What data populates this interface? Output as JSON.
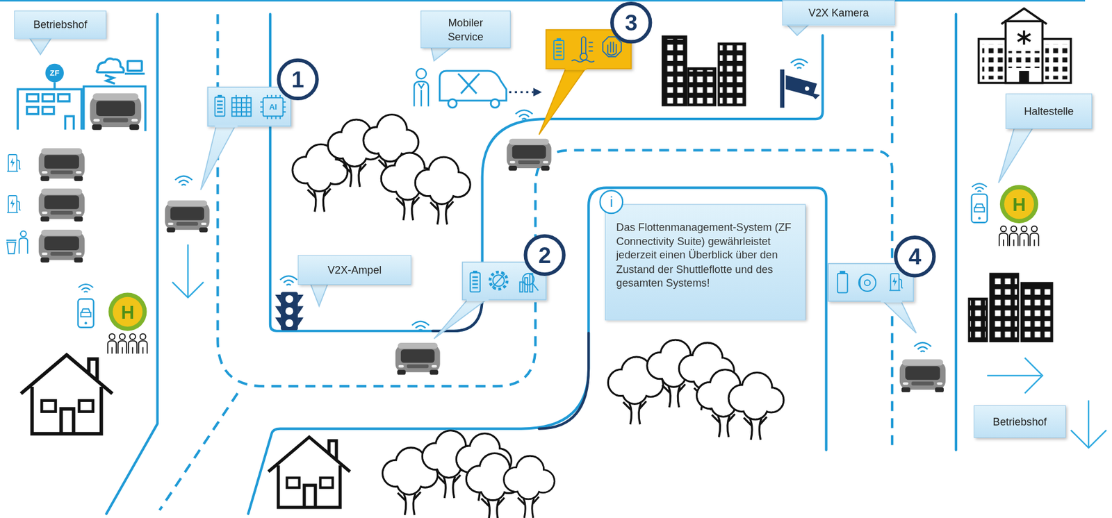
{
  "diagram": {
    "nodes": [
      {
        "text": [
          "Betriebshof"
        ]
      },
      {
        "text": [
          "Mobiler Service"
        ]
      },
      {
        "text": [
          "V2X Kamera"
        ]
      },
      {
        "text": [
          "Haltestelle"
        ]
      },
      {
        "text": [
          "V2X-Ampel"
        ]
      },
      {
        "text": [
          "Das Flottenmanagement-System (ZF Connectivity Suite) gewährleistet jederzeit einen Überblick über den Zustand der Shuttleflotte und des gesamten Systems!"
        ]
      },
      {
        "text": [
          "Betriebshof"
        ]
      }
    ],
    "labels": [
      "ZF",
      "1",
      "AI",
      "3",
      "H",
      "i",
      "2",
      "4",
      "H"
    ]
  }
}
